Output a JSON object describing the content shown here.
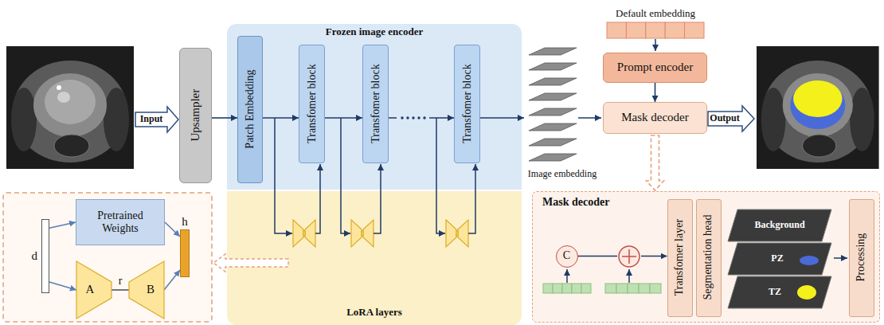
{
  "diagram": {
    "nodes": [
      {
        "text": [
          "Upsampler"
        ]
      },
      {
        "text": [
          "Frozen image encoder"
        ]
      },
      {
        "text": [
          "Patch Embedding"
        ],
        "in": 1
      },
      {
        "text": [
          "Transfomer block"
        ],
        "in": 1
      },
      {
        "text": [
          "Transfomer block"
        ],
        "in": 1
      },
      {
        "text": [
          "Transfomer block"
        ],
        "in": 1
      },
      {
        "text": [
          "LoRA layers"
        ]
      },
      {
        "text": [
          "d"
        ]
      },
      {
        "text": [
          "Pretrained Weights"
        ]
      },
      {
        "text": [
          "A"
        ]
      },
      {
        "text": [
          "B"
        ]
      },
      {
        "text": [
          "h"
        ]
      },
      {
        "text": [
          "Prompt encoder"
        ]
      },
      {
        "text": [
          "Mask decoder"
        ]
      },
      {
        "text": [
          "Mask decoder"
        ]
      },
      {
        "text": [
          "C"
        ],
        "in": 14
      },
      {
        "text": [
          "Transfomer layer"
        ],
        "in": 14
      },
      {
        "text": [
          "Segmentation head"
        ],
        "in": 14
      },
      {
        "text": [
          "Processing"
        ],
        "in": 14
      }
    ],
    "edges": [
      {
        "from": 0,
        "to": 2,
        "arrow": "to"
      },
      {
        "from": 2,
        "to": 3,
        "arrow": "to"
      },
      {
        "from": 3,
        "to": 4,
        "arrow": "to"
      },
      {
        "from": 4,
        "to": 5,
        "arrow": "to"
      },
      {
        "from": 12,
        "to": 13,
        "arrow": "to"
      },
      {
        "from": 13,
        "to": 14,
        "arrow": "to"
      },
      {
        "from": 7,
        "to": 8,
        "arrow": "to"
      },
      {
        "from": 7,
        "to": 9,
        "arrow": "to"
      },
      {
        "from": 8,
        "to": 11,
        "arrow": "to"
      },
      {
        "from": 10,
        "to": 11,
        "arrow": "to"
      },
      {
        "from": 9,
        "to": 10,
        "label": "r",
        "arrow": "none"
      },
      {
        "from": 15,
        "to": 16,
        "arrow": "to"
      }
    ],
    "labels": [
      "Input",
      "Default embedding",
      "Output",
      "Image embedding",
      "Background",
      "PZ",
      "TZ"
    ]
  }
}
